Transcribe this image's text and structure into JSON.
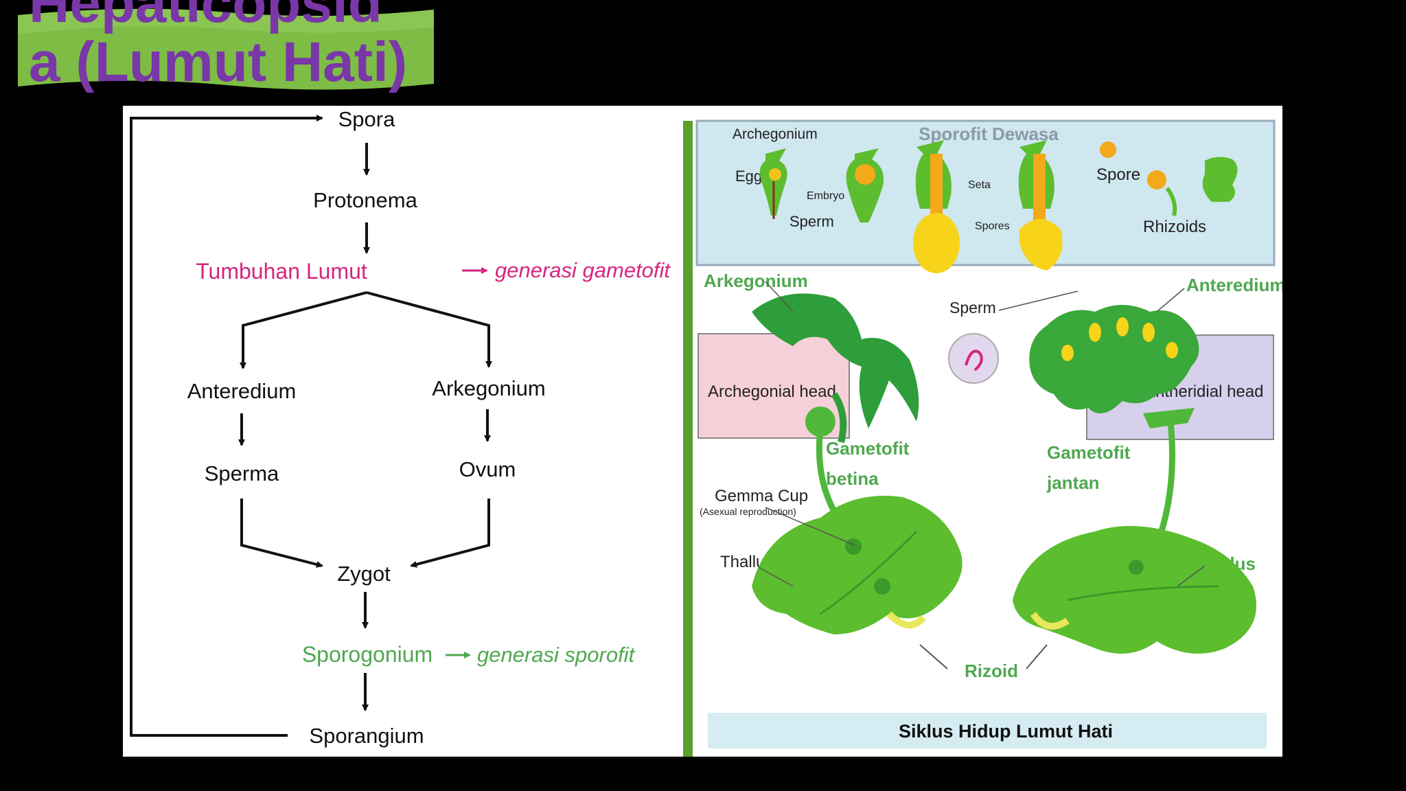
{
  "slide": {
    "title_line1": "Hepaticopsid",
    "title_line2": "a (Lumut Hati)"
  },
  "flowchart": {
    "spora": "Spora",
    "protonema": "Protonema",
    "tumbuhan": "Tumbuhan Lumut",
    "gametofit_gen": "generasi gametofit",
    "anteredium": "Anteredium",
    "arkegonium": "Arkegonium",
    "sperma": "Sperma",
    "ovum": "Ovum",
    "zygot": "Zygot",
    "sporogonium": "Sporogonium",
    "sporofit_gen": "generasi sporofit",
    "sporangium": "Sporangium"
  },
  "lifecycle": {
    "archegonium": "Archegonium",
    "sporofit_dewasa": "Sporofit Dewasa",
    "egg": "Egg",
    "embryo": "Embryo",
    "sperm_top": "Sperm",
    "seta": "Seta",
    "spores": "Spores",
    "spore": "Spore",
    "rhizoids": "Rhizoids",
    "arkegonium": "Arkegonium",
    "sperm_mid": "Sperm",
    "anteredium": "Anteredium",
    "archegonial_head": "Archegonial head",
    "antheridial_head": "Antheridial head",
    "gametofit_betina_1": "Gametofit",
    "gametofit_betina_2": "betina",
    "gametofit_jantan_1": "Gametofit",
    "gametofit_jantan_2": "jantan",
    "gemma_cup": "Gemma Cup",
    "asexual": "(Asexual reproduction)",
    "thallus": "Thallus",
    "talus": "Talus",
    "rizoid": "Rizoid",
    "caption": "Siklus Hidup Lumut Hati"
  },
  "colors": {
    "title": "#7a37a8",
    "banner": "#7dbd45",
    "magenta": "#d6247f",
    "green_text": "#4fa84f",
    "dark_green": "#2e8b2e",
    "plant_green": "#5cbd2e"
  }
}
